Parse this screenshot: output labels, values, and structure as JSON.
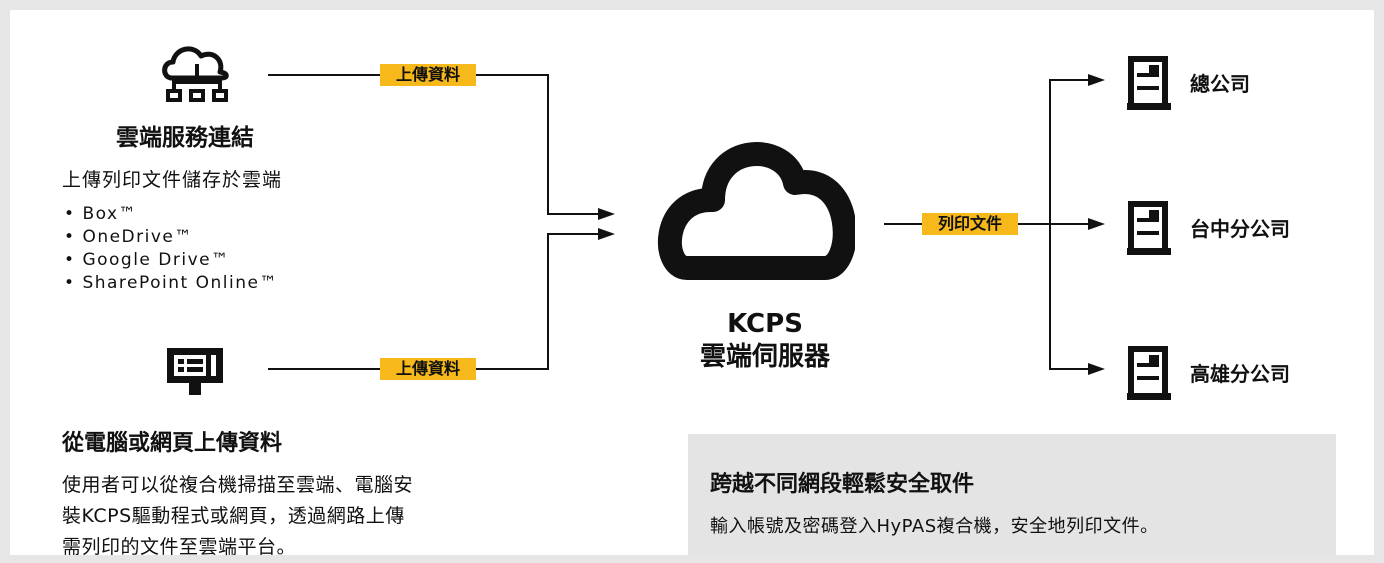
{
  "cloud_services": {
    "title": "雲端服務連結",
    "subtitle": "上傳列印文件儲存於雲端",
    "items": [
      "Box™",
      "OneDrive™",
      "Google Drive™",
      "SharePoint Online™"
    ]
  },
  "pc_upload": {
    "title": "從電腦或網頁上傳資料",
    "lines": [
      "使用者可以從複合機掃描至雲端、電腦安",
      "裝KCPS驅動程式或網頁，透過網路上傳",
      "需列印的文件至雲端平台。"
    ]
  },
  "tags": {
    "upload": "上傳資料",
    "upload_2": "上傳資料",
    "print": "列印文件"
  },
  "server": {
    "name": "KCPS",
    "subtitle": "雲端伺服器"
  },
  "branches": [
    "總公司",
    "台中分公司",
    "高雄分公司"
  ],
  "note": {
    "title": "跨越不同網段輕鬆安全取件",
    "text": "輸入帳號及密碼登入HyPAS複合機，安全地列印文件。"
  },
  "colors": {
    "accent": "#f6b81a",
    "background": "#e6e6e6",
    "note_background": "#e4e4e4",
    "ink": "#111111"
  }
}
